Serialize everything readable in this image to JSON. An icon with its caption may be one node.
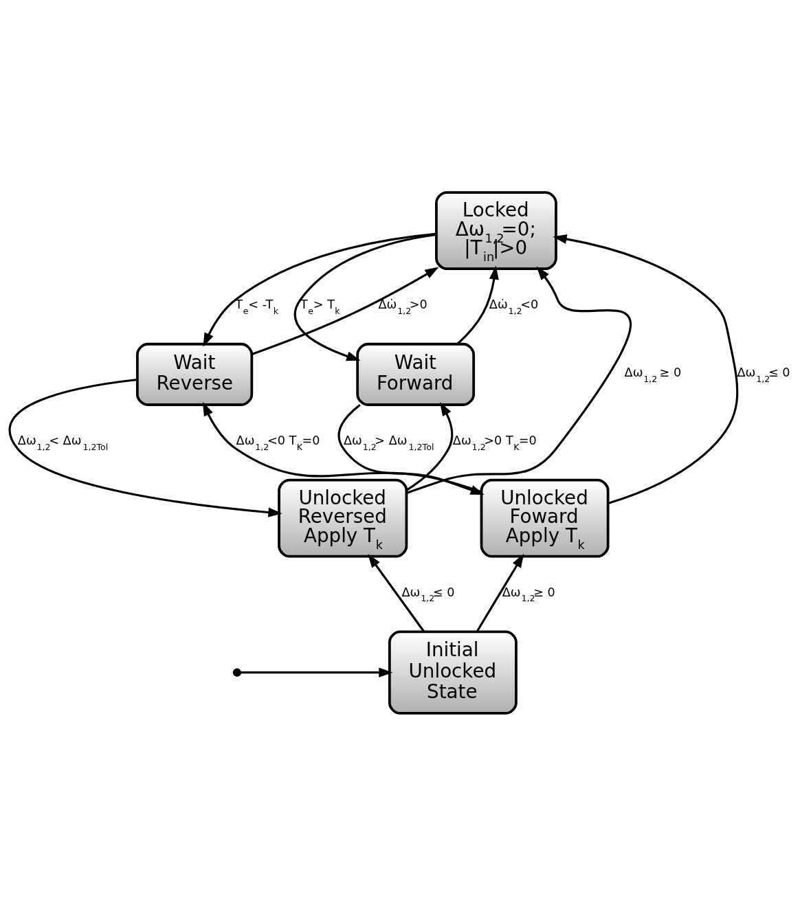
{
  "diagram": {
    "nodes": [
      {
        "text": [
          "Locked Δω$_{1,2}$=0; |T$_{in}$|>0"
        ]
      },
      {
        "text": [
          "Wait Reverse"
        ]
      },
      {
        "text": [
          "Wait Forward"
        ]
      },
      {
        "text": [
          "Unlocked Reversed Apply T$_{k}$"
        ]
      },
      {
        "text": [
          "Unlocked Foward Apply T$_{k}$"
        ]
      },
      {
        "text": [
          "Initial Unlocked State"
        ]
      },
      {
        "text": [],
        "shape": "circle"
      }
    ],
    "edges": [
      {
        "from": 0,
        "to": 1,
        "arrow": "to",
        "label": "T$_{e}$< -T$_{k}$"
      },
      {
        "from": 0,
        "to": 2,
        "arrow": "to",
        "label": "T$_{e}$> T$_{k}$"
      },
      {
        "from": 1,
        "to": 0,
        "arrow": "to",
        "label": "Δω̇$_{1,2}$>0"
      },
      {
        "from": 2,
        "to": 0,
        "arrow": "to",
        "label": "Δω̇$_{1,2}$<0"
      },
      {
        "from": 1,
        "to": 3,
        "arrow": "to",
        "label": "Δω$_{1,2}$< Δω$_{1,2Tol}$"
      },
      {
        "from": 2,
        "to": 4,
        "arrow": "to",
        "label": "Δω$_{1,2}$> Δω$_{1,2Tol}$"
      },
      {
        "from": 3,
        "to": 2,
        "arrow": "to",
        "label": "Δω$_{1,2}$>0 T$_{K}$=0"
      },
      {
        "from": 4,
        "to": 1,
        "arrow": "to",
        "label": "Δω$_{1,2}$<0 T$_{K}$=0"
      },
      {
        "from": 3,
        "to": 0,
        "arrow": "to",
        "label": "Δω$_{1,2}$ ≥ 0"
      },
      {
        "from": 4,
        "to": 0,
        "arrow": "to",
        "label": "Δω$_{1,2}$≤ 0"
      },
      {
        "from": 5,
        "to": 3,
        "arrow": "to",
        "label": "Δω$_{1,2}$≤ 0"
      },
      {
        "from": 5,
        "to": 4,
        "arrow": "to",
        "label": "Δω$_{1,2}$≥ 0"
      },
      {
        "from": 6,
        "to": 5,
        "arrow": "to"
      }
    ]
  }
}
